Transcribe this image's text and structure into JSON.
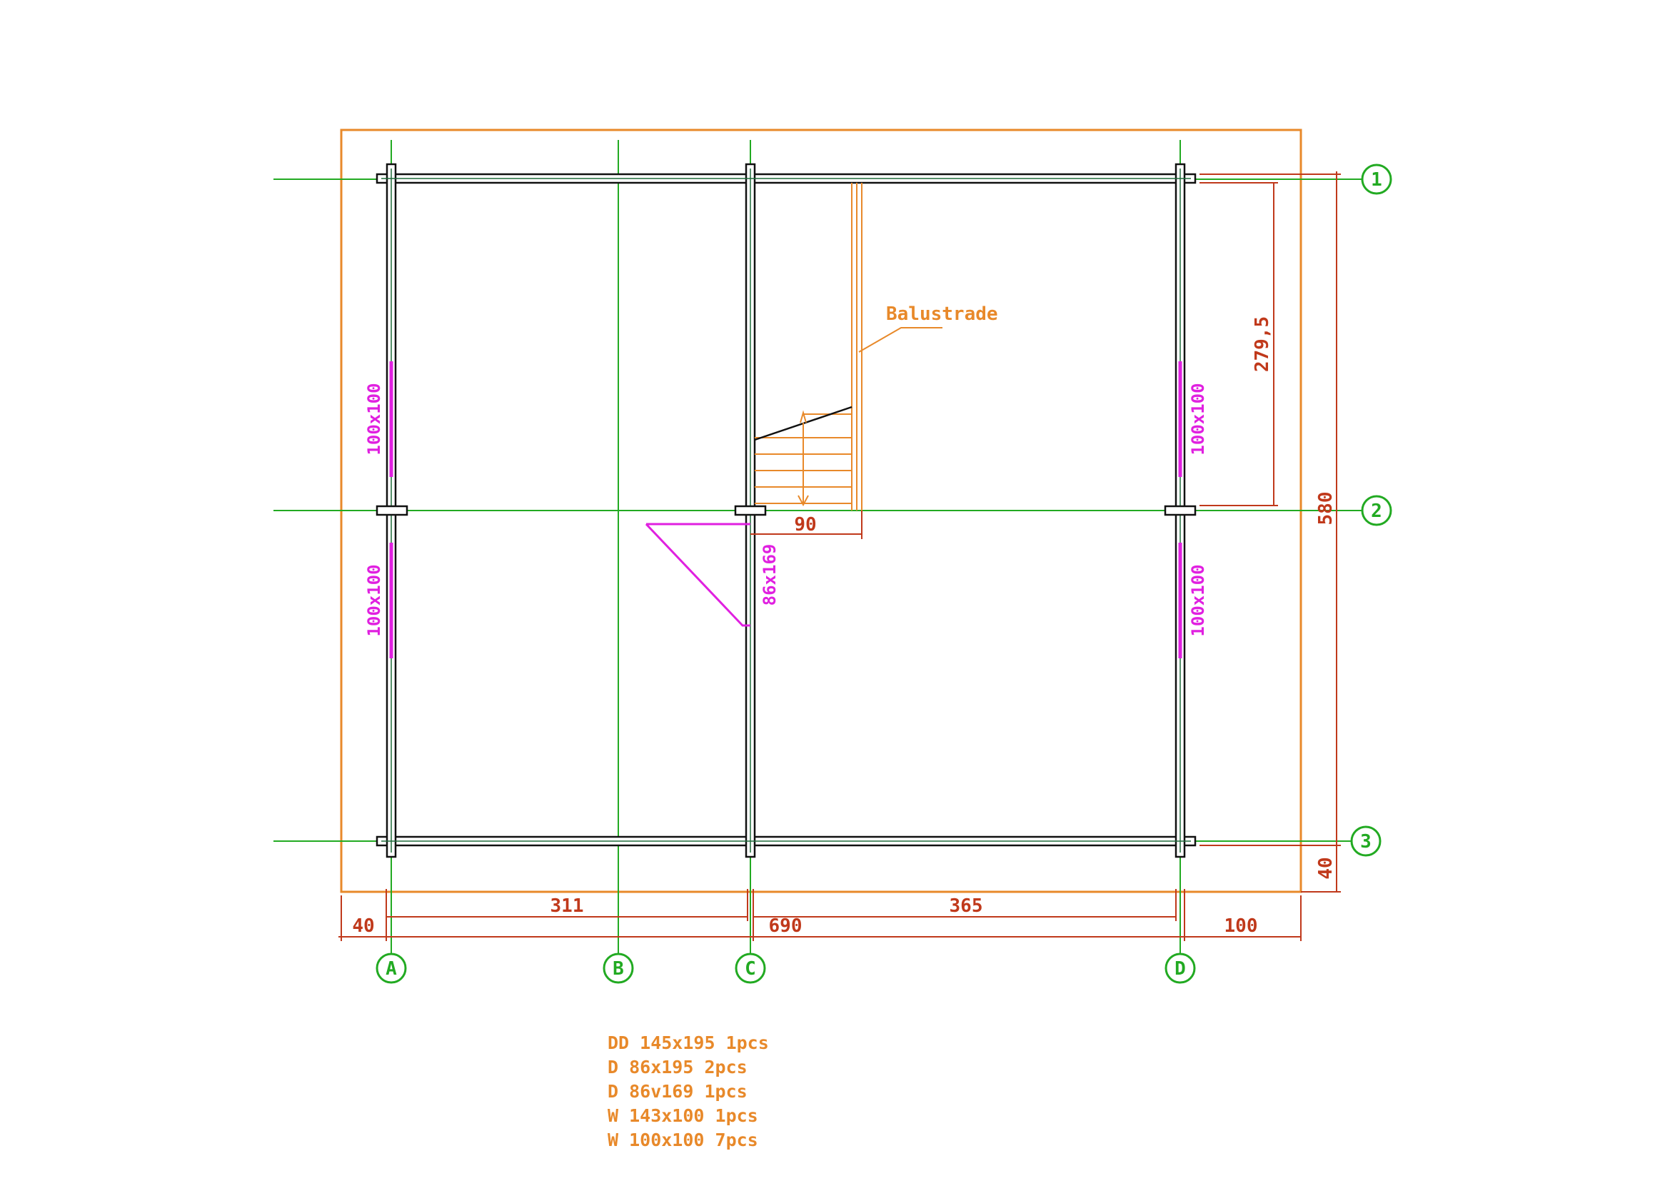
{
  "grid": {
    "columns": [
      "A",
      "B",
      "C",
      "D"
    ],
    "rows": [
      "1",
      "2",
      "3"
    ]
  },
  "dimensions": {
    "bottom_left_offset": "40",
    "bay_ab_c": "311",
    "bay_c_d": "365",
    "overall_width": "690",
    "right_offset": "100",
    "overall_depth": "580",
    "bay_1_2": "279,5",
    "bottom_offset": "40",
    "stair_width": "90"
  },
  "openings": {
    "window_a_upper": "100x100",
    "window_a_lower": "100x100",
    "window_d_upper": "100x100",
    "window_d_lower": "100x100",
    "door_c": "86x169"
  },
  "labels": {
    "balustrade": "Balustrade"
  },
  "legend": [
    "DD 145x195 1pcs",
    "D 86x195 2pcs",
    "D 86v169 1pcs",
    "W 143x100 1pcs",
    "W 100x100 7pcs"
  ],
  "colors": {
    "grid": "#22aa22",
    "outline": "#e8892a",
    "dimension": "#c0391b",
    "opening": "#e020e0",
    "wall": "#111111"
  }
}
